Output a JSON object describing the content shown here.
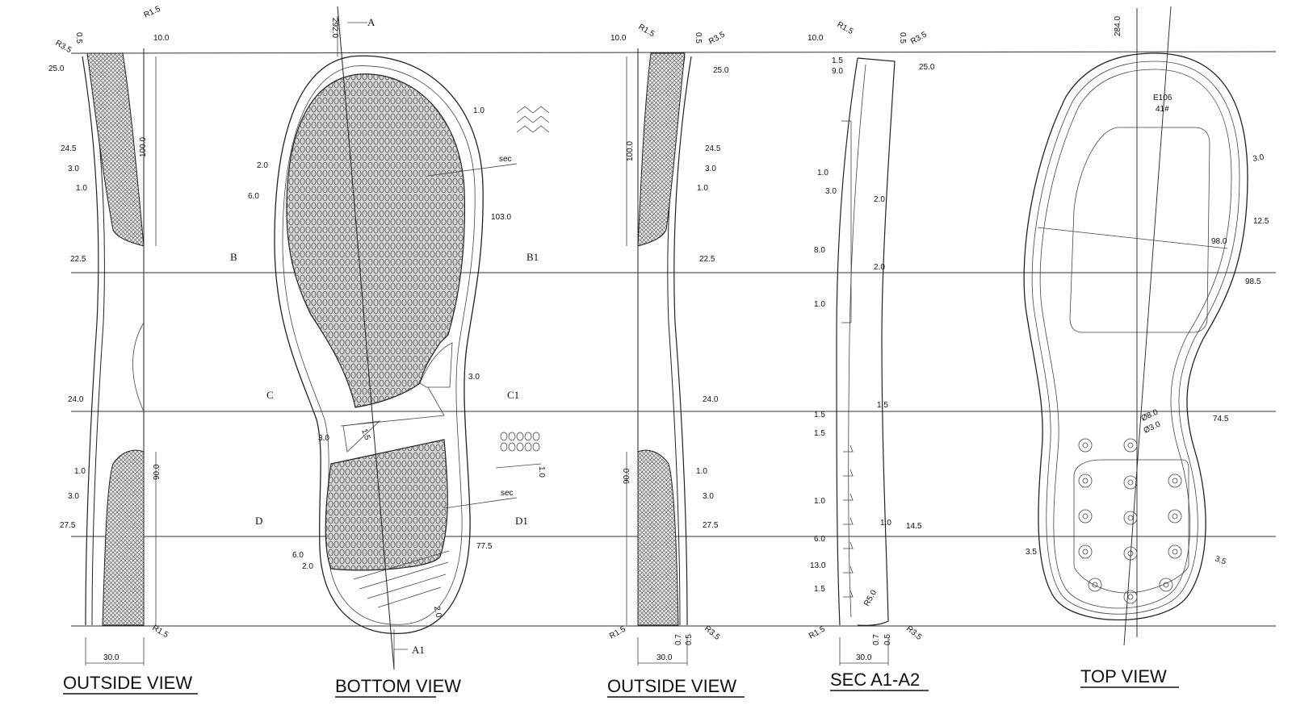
{
  "view_titles": {
    "outside_left": "OUTSIDE VIEW",
    "bottom": "BOTTOM VIEW",
    "outside_right": "OUTSIDE VIEW",
    "section": "SEC A1-A2",
    "top": "TOP VIEW"
  },
  "section_labels": {
    "A": "A",
    "A1": "A1",
    "B": "B",
    "B1": "B1",
    "C": "C",
    "C1": "C1",
    "D": "D",
    "D1": "D1"
  },
  "outside_left": {
    "r35": "R3.5",
    "d05": "0.5",
    "r15": "R1.5",
    "d100a": "10.0",
    "d250": "25.0",
    "d245": "24.5",
    "d30a": "3.0",
    "d10a": "1.0",
    "d1000": "100.0",
    "d225": "22.5",
    "d240": "24.0",
    "d10b": "1.0",
    "d30b": "3.0",
    "d900": "90.0",
    "d275": "27.5",
    "r15b": "R1.5",
    "w300": "30.0"
  },
  "bottom": {
    "len": "292.0",
    "d20a": "2.0",
    "d60a": "6.0",
    "sec1": "sec",
    "d10": "1.0",
    "d1030": "103.0",
    "d30": "3.0",
    "d30b": "3.0",
    "d15": "1.5",
    "sec2": "sec",
    "d10b": "1.0",
    "d60b": "6.0",
    "d20b": "2.0",
    "d775": "77.5",
    "d20c": "2.0"
  },
  "outside_right": {
    "d100a": "10.0",
    "r15": "R1.5",
    "d05": "0.5",
    "r35": "R3.5",
    "d250": "25.0",
    "d1000": "100.0",
    "d245": "24.5",
    "d30a": "3.0",
    "d10a": "1.0",
    "d225": "22.5",
    "d240": "24.0",
    "d900": "90.0",
    "d10b": "1.0",
    "d30b": "3.0",
    "d275": "27.5",
    "r15b": "R1.5",
    "d07": "0.7",
    "d05b": "0.5",
    "r35b": "R3.5",
    "w300": "30.0"
  },
  "section": {
    "d100": "10.0",
    "r15": "R1.5",
    "d05": "0.5",
    "r35": "R3.5",
    "d15a": "1.5",
    "d90": "9.0",
    "d250": "25.0",
    "d10a": "1.0",
    "d30": "3.0",
    "d20a": "2.0",
    "d80": "8.0",
    "d20b": "2.0",
    "d10b": "1.0",
    "d15b": "1.5",
    "d15c": "1.5",
    "d15d": "1.5",
    "d10c": "1.0",
    "d10d": "1.0",
    "d145": "14.5",
    "d60": "6.0",
    "d130": "13.0",
    "d15e": "1.5",
    "r50": "R5.0",
    "r15b": "R1.5",
    "d07": "0.7",
    "d05b": "0.5",
    "r35b": "R3.5",
    "w300": "30.0"
  },
  "top": {
    "len": "284.0",
    "model": "E106",
    "size": "41#",
    "d30": "3.0",
    "d125": "12.5",
    "d980": "98.0",
    "d985": "98.5",
    "d745": "74.5",
    "dia80": "Ø8.0",
    "dia30": "Ø3.0",
    "d35a": "3.5",
    "d35b": "3.5"
  }
}
